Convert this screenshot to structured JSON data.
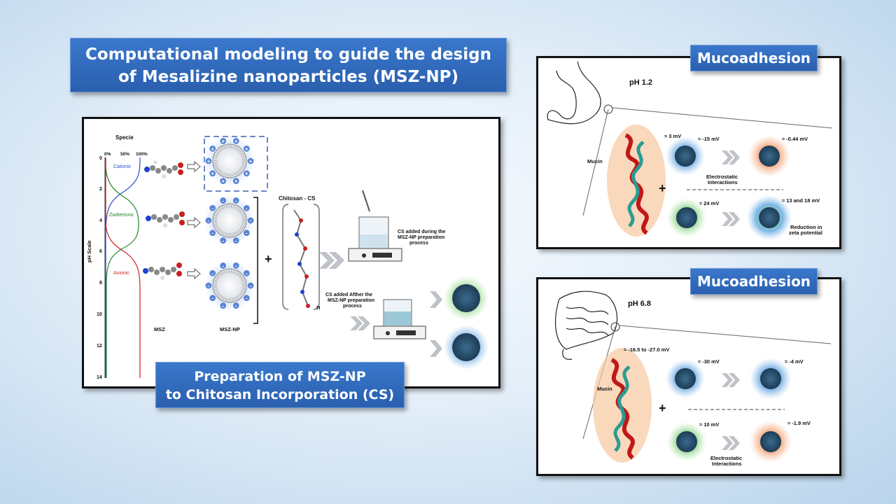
{
  "main_title": {
    "line1": "Computational modeling to guide the design",
    "line2": "of Mesalizine nanoparticles (MSZ-NP)"
  },
  "preparation": {
    "label_line1": "Preparation of MSZ-NP",
    "label_line2": "to Chitosan Incorporation (CS)",
    "specie": "Specie",
    "pct": [
      "0%",
      "50%",
      "100%"
    ],
    "ph_scale": "pH Scale",
    "ph_ticks": [
      "0",
      "2",
      "4",
      "6",
      "8",
      "10",
      "12",
      "14"
    ],
    "species": {
      "cationic": "Cationic",
      "zwitterionic": "Zwitterionic",
      "anionic": "Anionic"
    },
    "msz": "MSZ",
    "msz_np": "MSZ-NP",
    "chitosan": "Chitosan - CS",
    "n": "n",
    "cs_during": [
      "CS  added during the",
      "MSZ-NP preparation",
      "process"
    ],
    "cs_after": [
      "CS added Afther the",
      "MSZ-NP preparation",
      "process"
    ]
  },
  "mucoadhesion_top": {
    "title": "Mucoadhesion",
    "ph": "pH 1.2",
    "mucin": "Mucin",
    "mucin_zeta": "≈ 3 mV",
    "np1_zeta": "≈ -15 mV",
    "result1_zeta": "≈ -0.44 mV",
    "interaction": [
      "Electrostatic",
      "Interactions"
    ],
    "np2_zeta": "≈ 24 mV",
    "result2_zeta": "≈ 13 and 18 mV",
    "reduction": [
      "Reduction in",
      "zeta potential"
    ]
  },
  "mucoadhesion_bottom": {
    "title": "Mucoadhesion",
    "ph": "pH 6.8",
    "mucin": "Mucin",
    "mucin_zeta": "≈ -16.5 to -27.0 mV",
    "np1_zeta": "≈ -30 mV",
    "result1_zeta": "≈ -4 mV",
    "np2_zeta": "≈ 10 mV",
    "result2_zeta": "≈ -1.9 mV",
    "interaction": [
      "Electrostatic",
      "Interactions"
    ]
  },
  "colors": {
    "title_box": "#2f66b8",
    "cationic": "#2a4fd0",
    "zwitterionic": "#1f8a2a",
    "anionic": "#d42020"
  }
}
